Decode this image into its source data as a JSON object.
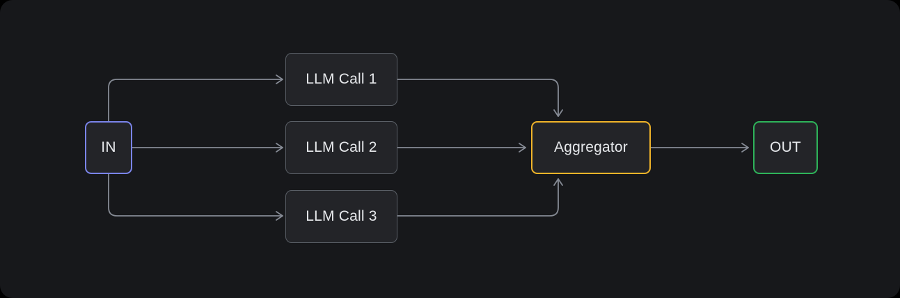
{
  "diagram": {
    "nodes": {
      "in": {
        "label": "IN",
        "border_color": "#7a84ea"
      },
      "llm1": {
        "label": "LLM Call 1",
        "border_color": "#5a5f66"
      },
      "llm2": {
        "label": "LLM Call 2",
        "border_color": "#5a5f66"
      },
      "llm3": {
        "label": "LLM Call 3",
        "border_color": "#5a5f66"
      },
      "aggregator": {
        "label": "Aggregator",
        "border_color": "#f0b429"
      },
      "out": {
        "label": "OUT",
        "border_color": "#2eb45a"
      }
    },
    "edges": [
      {
        "from": "in",
        "to": "llm1"
      },
      {
        "from": "in",
        "to": "llm2"
      },
      {
        "from": "in",
        "to": "llm3"
      },
      {
        "from": "llm1",
        "to": "aggregator"
      },
      {
        "from": "llm2",
        "to": "aggregator"
      },
      {
        "from": "llm3",
        "to": "aggregator"
      },
      {
        "from": "aggregator",
        "to": "out"
      }
    ],
    "colors": {
      "canvas_background": "#17181b",
      "outer_background": "#000000",
      "node_fill": "#232428",
      "connector": "#868b95",
      "text": "#e7e9ec"
    }
  }
}
